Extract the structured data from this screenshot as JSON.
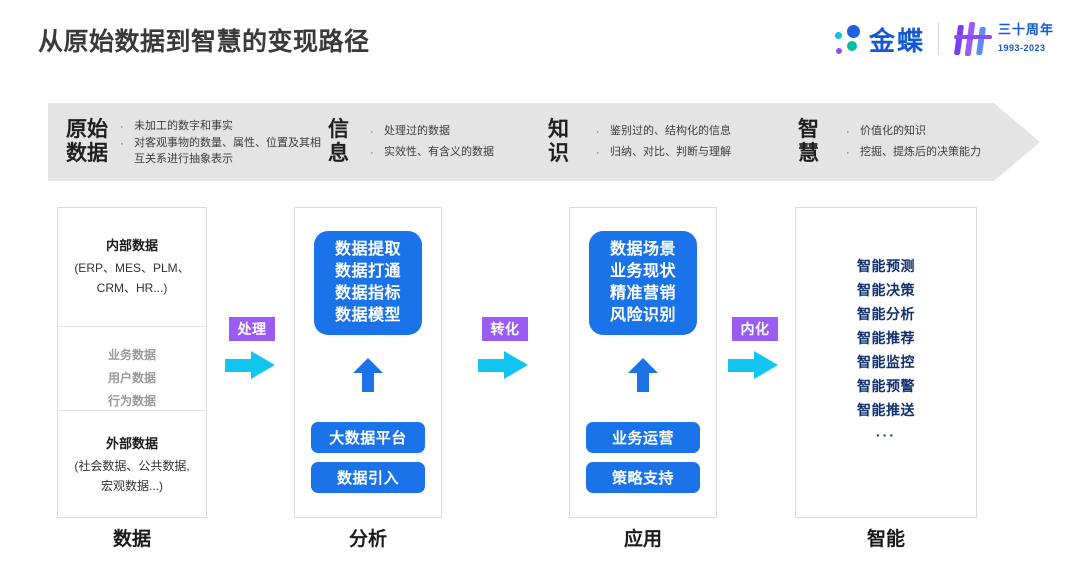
{
  "header": {
    "title": "从原始数据到智慧的变现路径",
    "logo_word": "金蝶",
    "anniversary_top": "三十周年",
    "anniversary_bottom": "1993-2023"
  },
  "band": {
    "segments": [
      {
        "title": "原始\n数据",
        "title_line1": "原始",
        "title_line2": "数据",
        "bullets": [
          "未加工的数字和事实",
          "对客观事物的数量、属性、位置及其相互关系进行抽象表示"
        ]
      },
      {
        "title_line1": "信",
        "title_line2": "息",
        "bullets": [
          "处理过的数据",
          "实效性、有含义的数据"
        ]
      },
      {
        "title_line1": "知",
        "title_line2": "识",
        "bullets": [
          "鉴别过的、结构化的信息",
          "归纳、对比、判断与理解"
        ]
      },
      {
        "title_line1": "智",
        "title_line2": "慧",
        "bullets": [
          "价值化的知识",
          "挖掘、提炼后的决策能力"
        ]
      }
    ],
    "bullet_glyph": "·"
  },
  "columns": [
    {
      "label": "数据",
      "internal_head": "内部数据",
      "internal_sub_line1": "(ERP、MES、PLM、",
      "internal_sub_line2": "CRM、HR...)",
      "middle_items": [
        "业务数据",
        "用户数据",
        "行为数据"
      ],
      "external_head": "外部数据",
      "external_sub_line1": "(社会数据、公共数据,",
      "external_sub_line2": "宏观数据...)"
    },
    {
      "label": "分析",
      "card_items": [
        "数据提取",
        "数据打通",
        "数据指标",
        "数据模型"
      ],
      "pills": [
        "大数据平台",
        "数据引入"
      ]
    },
    {
      "label": "应用",
      "card_items": [
        "数据场景",
        "业务现状",
        "精准营销",
        "风险识别"
      ],
      "pills": [
        "业务运营",
        "策略支持"
      ]
    },
    {
      "label": "智能",
      "items": [
        "智能预测",
        "智能决策",
        "智能分析",
        "智能推荐",
        "智能监控",
        "智能预警",
        "智能推送"
      ],
      "ellipsis": "···"
    }
  ],
  "connectors": [
    {
      "badge": "处理"
    },
    {
      "badge": "转化"
    },
    {
      "badge": "内化"
    }
  ],
  "colors": {
    "blue": "#1a73e8",
    "purple": "#9a5cf5",
    "cyan": "#11c5f0",
    "navy": "#11306e",
    "band_gray": "#e4e4e4",
    "brand_blue": "#1258d3"
  }
}
